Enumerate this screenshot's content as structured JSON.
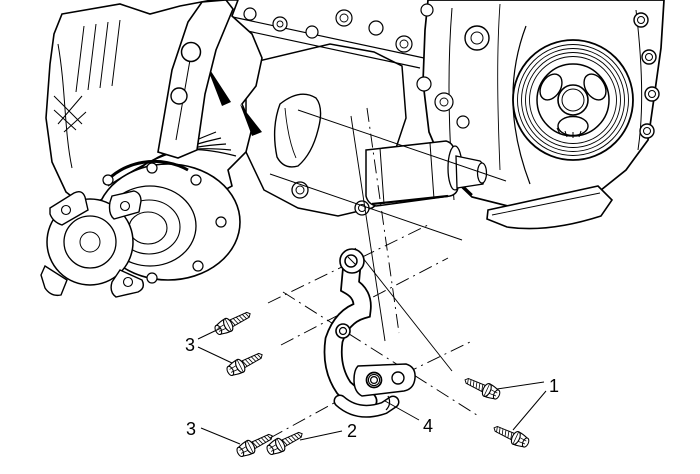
{
  "figure": {
    "type": "exploded-parts-diagram",
    "background_color": "#ffffff",
    "line_color": "#000000",
    "callouts": [
      {
        "id": "callout-1",
        "label": "1"
      },
      {
        "id": "callout-2",
        "label": "2"
      },
      {
        "id": "callout-3-upper",
        "label": "3"
      },
      {
        "id": "callout-3-lower",
        "label": "3"
      },
      {
        "id": "callout-4",
        "label": "4"
      }
    ]
  }
}
